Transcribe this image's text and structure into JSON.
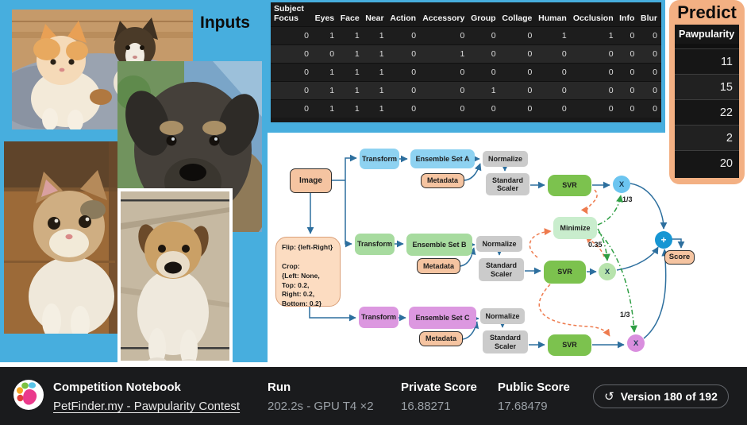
{
  "inputs": {
    "label": "Inputs"
  },
  "meta_table": {
    "headers": [
      "Subject Focus",
      "Eyes",
      "Face",
      "Near",
      "Action",
      "Accessory",
      "Group",
      "Collage",
      "Human",
      "Occlusion",
      "Info",
      "Blur"
    ],
    "rows": [
      [
        "0",
        "1",
        "1",
        "1",
        "0",
        "0",
        "0",
        "0",
        "1",
        "1",
        "0",
        "0"
      ],
      [
        "0",
        "0",
        "1",
        "1",
        "0",
        "1",
        "0",
        "0",
        "0",
        "0",
        "0",
        "0"
      ],
      [
        "0",
        "1",
        "1",
        "1",
        "0",
        "0",
        "0",
        "0",
        "0",
        "0",
        "0",
        "0"
      ],
      [
        "0",
        "1",
        "1",
        "1",
        "0",
        "0",
        "1",
        "0",
        "0",
        "0",
        "0",
        "0"
      ],
      [
        "0",
        "1",
        "1",
        "1",
        "0",
        "0",
        "0",
        "0",
        "0",
        "0",
        "0",
        "0"
      ]
    ]
  },
  "predict": {
    "title": "Predict",
    "header": "Pawpularity",
    "values": [
      "11",
      "15",
      "22",
      "2",
      "20"
    ]
  },
  "diagram": {
    "image": "Image",
    "flip_crop": [
      "Flip: {left-Right}",
      "",
      "Crop:",
      "  {Left: None,",
      "  Top: 0.2,",
      "  Right: 0.2,",
      "  Bottom: 0.2}"
    ],
    "branches": [
      {
        "transform": "Transform",
        "ensemble": "Ensemble Set A",
        "metadata": "Metadata",
        "normalize": "Normalize",
        "scaler": "Standard Scaler",
        "svr": "SVR",
        "mult": "X",
        "weight": "1/3"
      },
      {
        "transform": "Transform",
        "ensemble": "Ensemble Set B",
        "metadata": "Metadata",
        "normalize": "Normalize",
        "scaler": "Standard Scaler",
        "svr": "SVR",
        "mult": "X",
        "weight": "0.35"
      },
      {
        "transform": "Transform",
        "ensemble": "Ensemble Set C",
        "metadata": "Metadata",
        "normalize": "Normalize",
        "scaler": "Standard Scaler",
        "svr": "SVR",
        "mult": "X",
        "weight": "1/3"
      }
    ],
    "minimize": "Minimize",
    "sum": "+",
    "score": "Score"
  },
  "footer": {
    "notebook_label": "Competition Notebook",
    "notebook_link": "PetFinder.my - Pawpularity Contest",
    "run_label": "Run",
    "run_value": "202.2s - GPU T4 ×2",
    "private_label": "Private Score",
    "private_value": "16.88271",
    "public_label": "Public Score",
    "public_value": "17.68479",
    "version_label": "Version 180 of 192",
    "history_icon": "↺"
  },
  "colors": {
    "panel_blue": "#47aede",
    "panel_orange": "#f3b083",
    "table_dark": "#181818",
    "footer_dark": "#1a1b1d",
    "branch_a_blue": "#8ed2f1",
    "branch_b_green": "#a7db9f",
    "branch_c_pink": "#dc98e0",
    "svr_green": "#7cc24e",
    "minimize_green": "#c9edcd",
    "box_gray": "#cbcbcb",
    "peach_box": "#f5c4a1",
    "arrow_blue": "#2d6f9e",
    "dashed_orange": "#ee7b4e",
    "dashed_green": "#2f9e44",
    "sum_circle_blue": "#1796d3",
    "logo_paw_pink": "#ea3a8c"
  }
}
